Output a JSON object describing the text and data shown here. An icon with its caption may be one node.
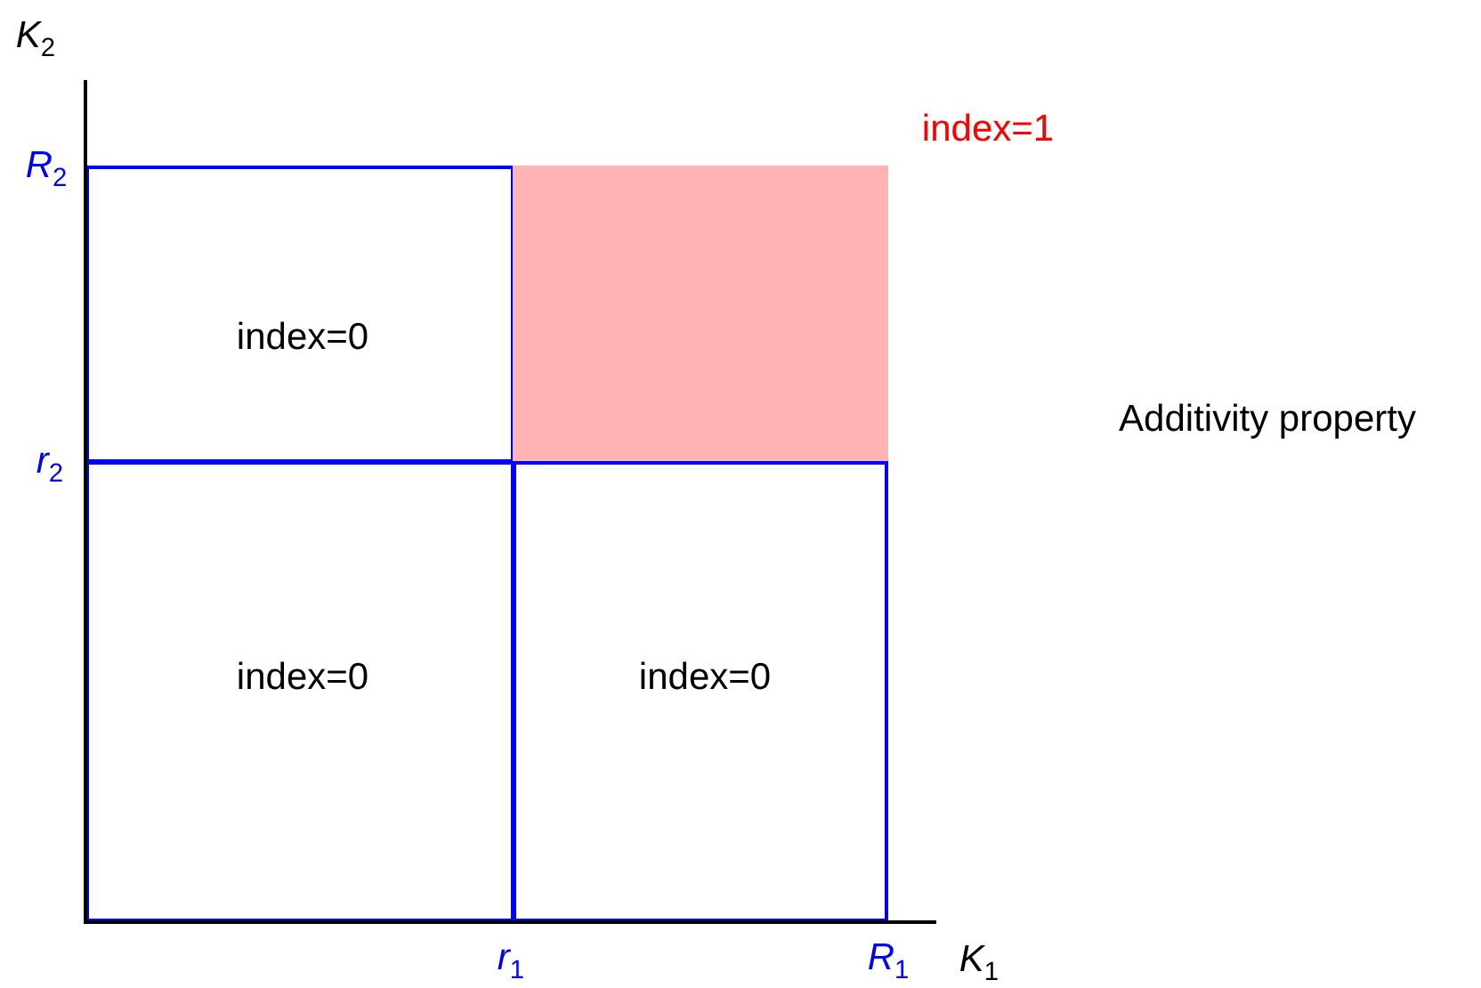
{
  "diagram": {
    "nodes": [
      {
        "text": [
          "index=0"
        ]
      },
      {
        "text": [
          "index=1"
        ]
      },
      {
        "text": [
          "index=0"
        ]
      },
      {
        "text": [
          "index=0"
        ]
      }
    ],
    "labels": [
      "*K*$_{2}$",
      "*R*$_{2}$",
      "*r*$_{2}$",
      "Additivity property",
      "*r*$_{1}$",
      "*R*$_{1}$",
      "*K*$_{1}$"
    ]
  }
}
